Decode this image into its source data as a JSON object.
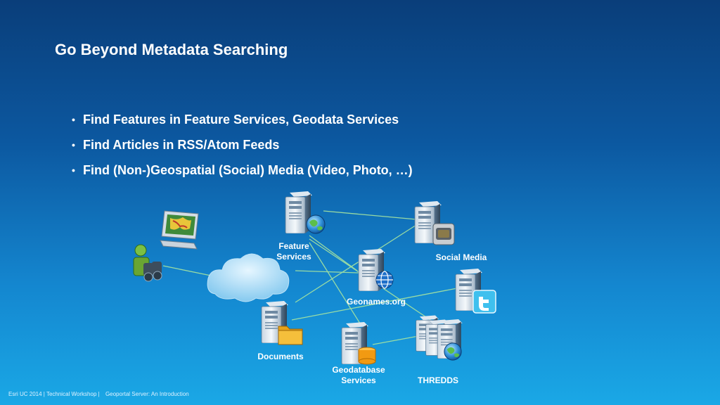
{
  "slide": {
    "title": "Go Beyond Metadata Searching",
    "bullets": [
      "Find Features in Feature Services, Geodata Services",
      "Find Articles in RSS/Atom Feeds",
      "Find (Non-)Geospatial (Social) Media (Video, Photo, …)"
    ]
  },
  "diagram": {
    "labels": {
      "feature_services": [
        "Feature",
        "Services"
      ],
      "social_media": "Social Media",
      "geonames": "Geonames.org",
      "documents": "Documents",
      "geodatabase": [
        "Geodatabase",
        "Services"
      ],
      "thredds": "THREDDS"
    }
  },
  "footer": {
    "left": "Esri UC 2014 | Technical Workshop |",
    "right": "Geoportal Server: An Introduction"
  },
  "colors": {
    "background_top": "#0a3e7a",
    "background_bottom": "#1aa8e6",
    "connector": "#a8e6a0"
  }
}
